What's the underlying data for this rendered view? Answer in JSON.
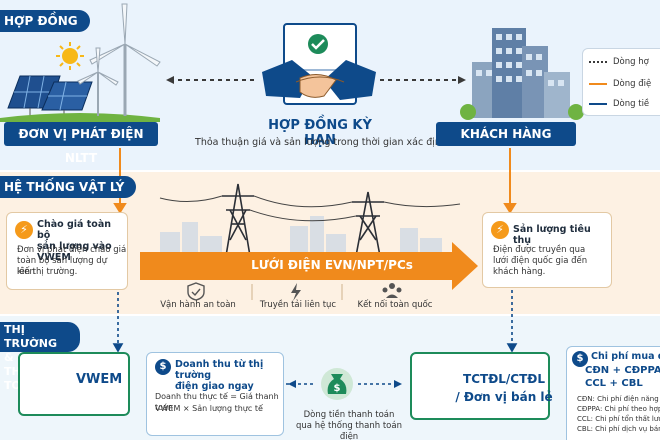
{
  "sections": {
    "contract": "HỢP ĐỒNG",
    "physical": "HỆ THỐNG VẬT LÝ",
    "market_line1": "THỊ TRƯỜNG &",
    "market_line2": "THANH TOÁN"
  },
  "contract_block": {
    "generator": "ĐƠN VỊ PHÁT ĐIỆN NLTT",
    "title": "HỢP ĐỒNG KỲ HẠN",
    "subtitle": "Thỏa thuận giá và sản lượng trong thời gian xác định",
    "customer": "KHÁCH HÀNG"
  },
  "legend": {
    "items": [
      {
        "label": "Dòng hợ",
        "color": "#3a3a3a",
        "style": "dotted"
      },
      {
        "label": "Dòng điệ",
        "color": "#f08a1c",
        "style": "solid"
      },
      {
        "label": "Dòng tiề",
        "color": "#0e4a8a",
        "style": "solid"
      }
    ]
  },
  "physical_block": {
    "offer_title_1": "Chào giá toàn bộ",
    "offer_title_2": "sản lượng vào VWEM",
    "offer_text_1": "Đơn vị phát điện chào giá",
    "offer_text_2": "toàn bộ sản lượng dự kiến",
    "offer_text_3": "lên thị trường.",
    "grid_label": "LƯỚI ĐIỆN EVN/NPT/PCs",
    "features": [
      "Vận hành an toàn",
      "Truyền tải liên tục",
      "Kết nối toàn quốc"
    ],
    "output_title": "Sản lượng tiêu thụ",
    "output_text_1": "Điện được truyền qua",
    "output_text_2": "lưới điện quốc gia đến",
    "output_text_3": "khách hàng."
  },
  "market_block": {
    "vwem": "VWEM",
    "revenue_title_1": "Doanh thu từ thị trường",
    "revenue_title_2": "điện giao ngay",
    "revenue_text_1": "Doanh thu thực tế = Giá thanh toán",
    "revenue_text_2": "VWEM × Sản lượng thực tế",
    "cash_caption_1": "Dòng tiền thanh toán",
    "cash_caption_2": "qua hệ thống thanh toán điện",
    "retailer_1": "TCTĐL/CTĐL",
    "retailer_2": "/ Đơn vị bán lẻ",
    "cost_title": "Chi phí mua điện",
    "cost_formula_1": "CĐN + CĐPPA +",
    "cost_formula_2": "CCL + CBL",
    "cost_notes": [
      "CĐN: Chi phí điện năng",
      "CĐPPA: Chi phí theo hợp đồ",
      "CCL: Chi phí tổn thất lưới",
      "CBL: Chi phí dịch vụ bán lẻ"
    ]
  },
  "colors": {
    "navy": "#0e4a8a",
    "orange": "#f08a1c",
    "green": "#1d8b5a"
  }
}
